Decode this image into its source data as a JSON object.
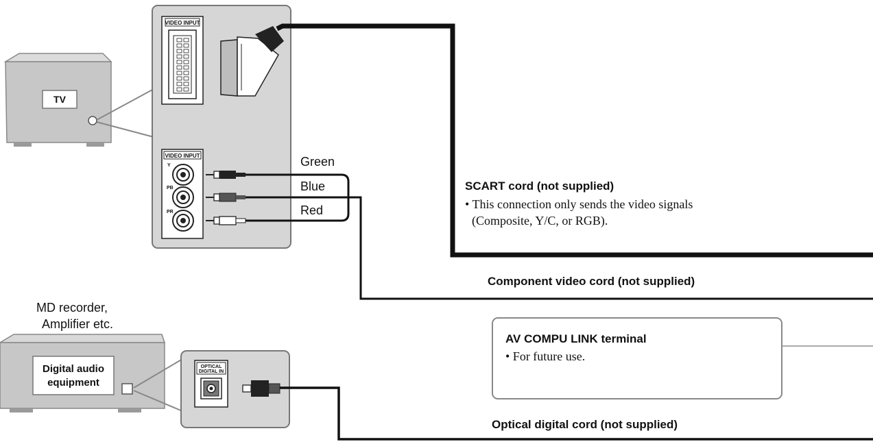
{
  "tv": {
    "label": "TV"
  },
  "video_input_scart": {
    "label": "VIDEO INPUT"
  },
  "video_input_component": {
    "label": "VIDEO INPUT",
    "jacks": [
      "Y",
      "PB",
      "PR"
    ]
  },
  "wire_colors": [
    "Green",
    "Blue",
    "Red"
  ],
  "scart_cord": {
    "title": "SCART cord (not supplied)",
    "note_line1": "• This connection only sends the video signals",
    "note_line2": "(Composite, Y/C, or RGB)."
  },
  "component_cord": {
    "title": "Component video cord (not supplied)"
  },
  "av_compu_link": {
    "title": "AV COMPU LINK terminal",
    "note": "• For future use."
  },
  "md_recorder": {
    "line1": "MD recorder,",
    "line2": "Amplifier etc."
  },
  "digital_equipment": {
    "line1": "Digital audio",
    "line2": "equipment"
  },
  "optical_input": {
    "line1": "OPTICAL",
    "line2": "DIGITAL IN"
  },
  "optical_cord": {
    "title": "Optical digital cord (not supplied)"
  },
  "colors": {
    "gray_fill": "#c9c9c9",
    "panel_fill": "#d3d3d3",
    "cable": "#111111"
  }
}
